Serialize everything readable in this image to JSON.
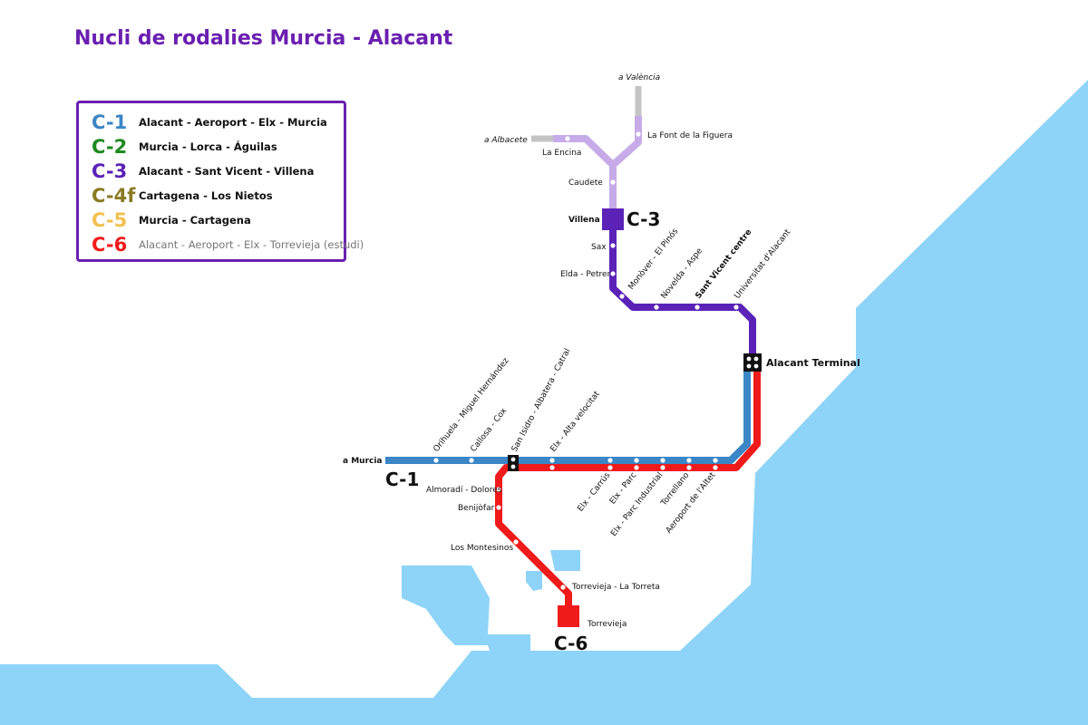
{
  "title": "Nucli de rodalies Murcia - Alacant",
  "legend": [
    {
      "code": "C-1",
      "label": "Alacant - Aeroport - Elx - Murcia",
      "color": "#3a86c6"
    },
    {
      "code": "C-2",
      "label": "Murcia - Lorca - Águilas",
      "color": "#1e8a1e"
    },
    {
      "code": "C-3",
      "label": "Alacant - Sant Vicent - Villena",
      "color": "#5b22b8"
    },
    {
      "code": "C-4f",
      "label": "Cartagena - Los Nietos",
      "color": "#8a7a22"
    },
    {
      "code": "C-5",
      "label": "Murcia - Cartagena",
      "color": "#f2c14e"
    },
    {
      "code": "C-6",
      "label": "Alacant - Aeroport - Elx - Torrevieja (estudi)",
      "color": "#ef1b1b"
    }
  ],
  "colors": {
    "sea": "#8dd4f8",
    "c1": "#3a86c6",
    "c3": "#5b22b8",
    "c3_light": "#c7abe8",
    "c6": "#ef1b1b",
    "off_network": "#c4c4c4",
    "accent": "#6a1fb0"
  },
  "line_labels": {
    "c1": "C-1",
    "c3": "C-3",
    "c6": "C-6"
  },
  "directions": {
    "valencia": "a València",
    "albacete": "a Albacete",
    "murcia": "a Murcia"
  },
  "stations": {
    "la_font": "La Font de la Figuera",
    "la_encina": "La Encina",
    "caudete": "Caudete",
    "villena": "Villena",
    "sax": "Sax",
    "elda": "Elda - Petrer",
    "monover": "Monòver - El Pinós",
    "novelda": "Novelda - Aspe",
    "sant_vicent": "Sant Vicent centre",
    "universitat": "Universitat d'Alacant",
    "alacant_terminal": "Alacant Terminal",
    "orihuela": "Orihuela - Miguel Hernández",
    "callosa": "Callosa - Cox",
    "san_isidro": "San Isidro - Albatera - Catral",
    "elx_av": "Elx - Alta velocitat",
    "elx_carrus": "Elx - Carrús",
    "elx_parc": "Elx - Parc",
    "elx_parc_ind": "Elx - Parc Industrial",
    "torrellano": "Torrellano",
    "aeroport": "Aeroport de l'Altet",
    "almoradi": "Almoradí - Dolores",
    "benijofar": "Benijòfar",
    "los_montesinos": "Los Montesinos",
    "torrevieja_torreta": "Torrevieja - La Torreta",
    "torrevieja": "Torrevieja"
  }
}
